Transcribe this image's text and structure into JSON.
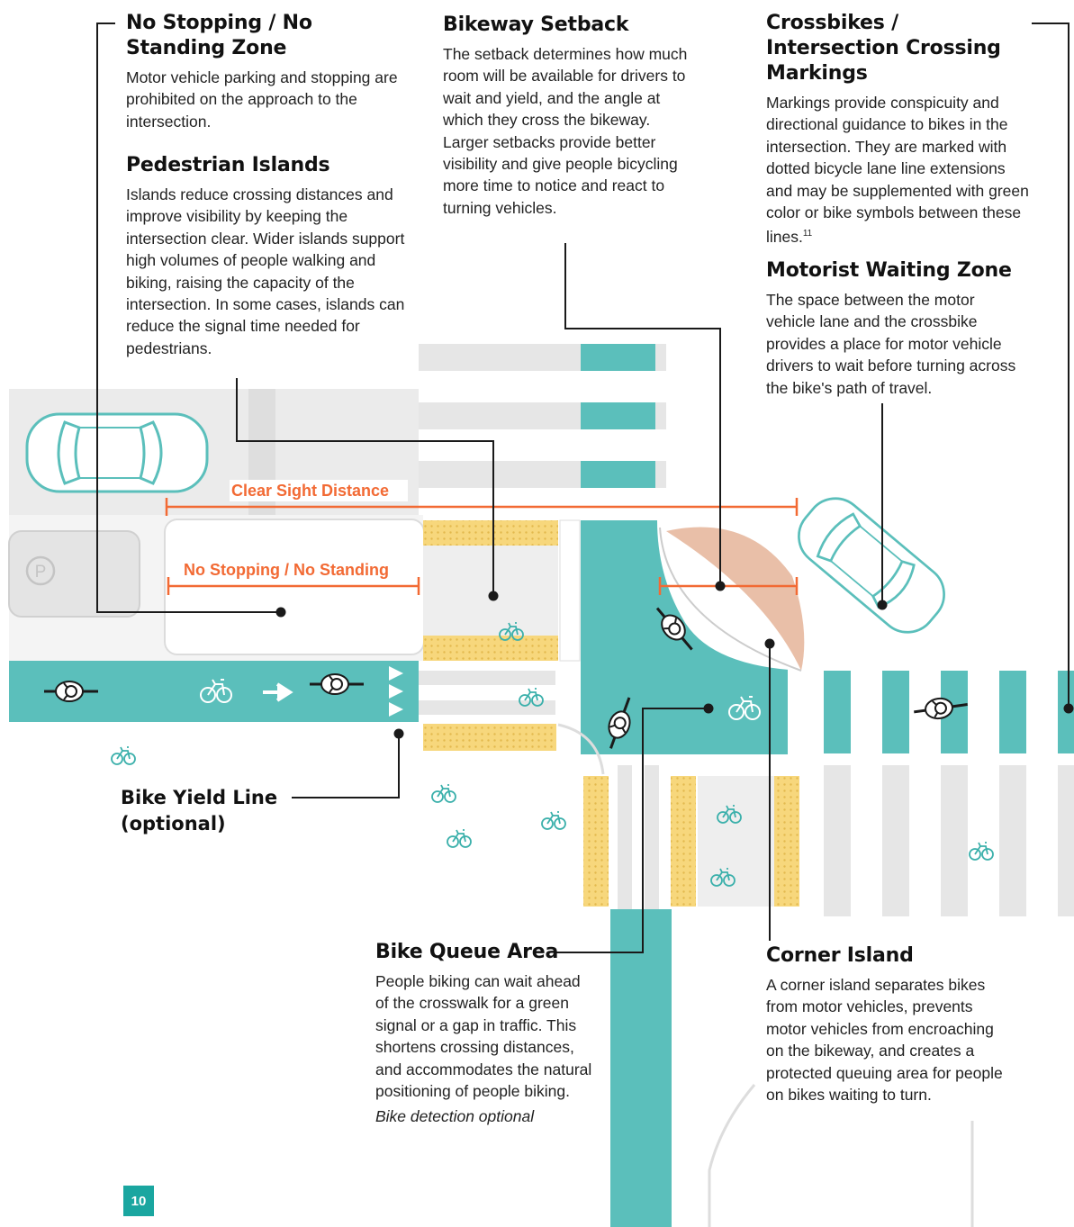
{
  "callouts": {
    "no_stopping": {
      "heading": "No Stopping / No Standing Zone",
      "text": "Motor vehicle parking and stopping are prohibited on the approach to the intersection."
    },
    "pedestrian_islands": {
      "heading": "Pedestrian Islands",
      "text": "Islands reduce crossing distances and improve visibility by keeping the intersection clear. Wider islands support high volumes of people walking and biking, raising the capacity of the intersection. In some cases, islands can reduce the signal time needed for pedestrians."
    },
    "bikeway_setback": {
      "heading": "Bikeway Setback",
      "text": "The setback determines how much room will be available for drivers to wait and yield, and the angle at which they cross the bikeway. Larger setbacks provide better visibility and give people bicycling more time to notice and react to turning vehicles."
    },
    "crossbikes": {
      "heading": "Crossbikes / Intersection Crossing Markings",
      "text": "Markings provide conspicuity and directional guidance to bikes in the intersection. They are marked with dotted bicycle lane line extensions and may be supplemented with green color or bike symbols between these lines.",
      "footnote": "11"
    },
    "motorist_waiting": {
      "heading": "Motorist Waiting Zone",
      "text": "The space between the motor vehicle lane and the crossbike provides a place for motor vehicle drivers to wait before turning across the bike's path of travel."
    },
    "bike_yield_line": {
      "heading_line1": "Bike Yield Line",
      "heading_line2": "(optional)"
    },
    "bike_queue": {
      "heading": "Bike Queue Area",
      "text": "People biking can wait ahead of the crosswalk for a green signal or a gap in traffic. This shortens crossing distances, and accommodates the natural positioning of people biking.",
      "note": "Bike detection optional"
    },
    "corner_island": {
      "heading": "Corner Island",
      "text": "A corner island separates bikes from motor vehicles, prevents motor vehicles from encroaching on the bikeway, and creates a protected queuing area for people on bikes waiting to turn."
    }
  },
  "diagram_labels": {
    "clear_sight": "Clear Sight Distance",
    "no_stopping_standing": "No Stopping / No Standing",
    "parking_symbol": "P"
  },
  "page_number": "10",
  "colors": {
    "bikeway_teal": "#5bbfbb",
    "callout_orange": "#f26a34",
    "tactile_yellow": "#f7d77c",
    "island_gray": "#e6e6e6",
    "setback_tan": "#e9bfa8"
  },
  "icons": [
    "car-icon",
    "parking-icon",
    "bicycle-symbol",
    "cyclist-icon",
    "arrow-icon",
    "yield-triangle-icon"
  ]
}
